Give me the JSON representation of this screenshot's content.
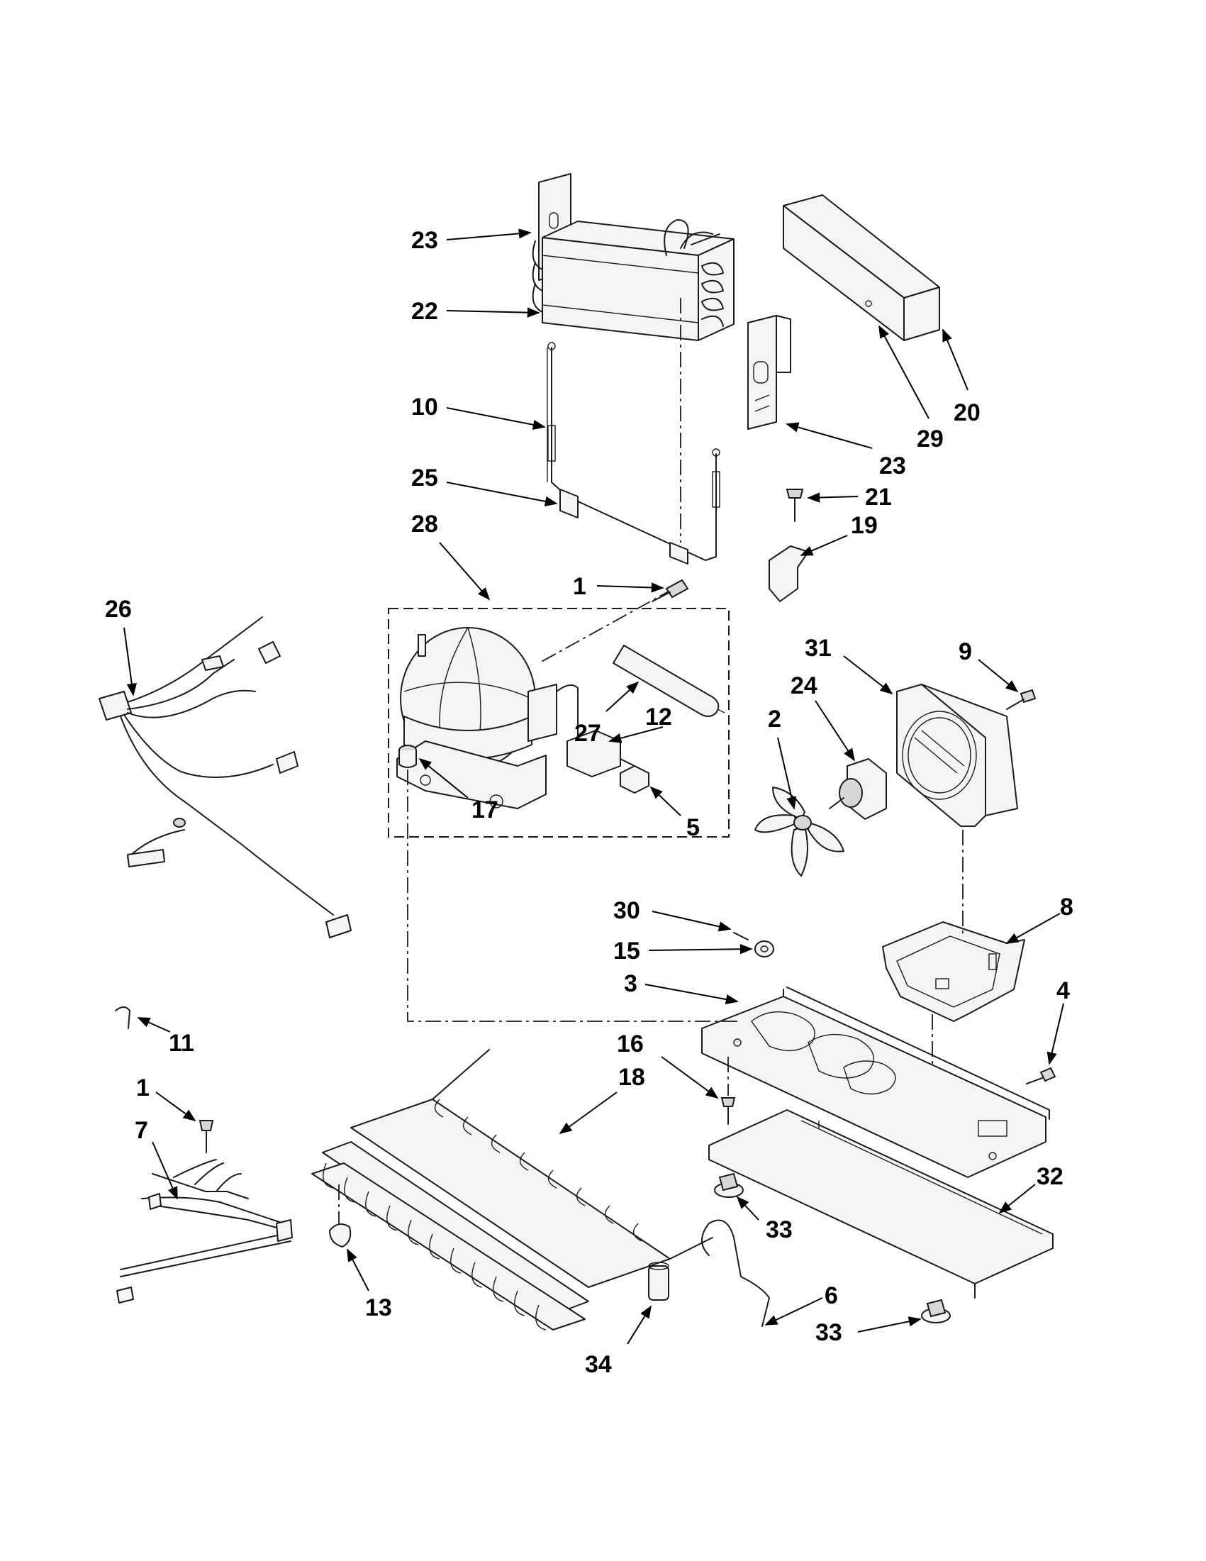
{
  "callouts": [
    {
      "id": "c23a",
      "label": "23"
    },
    {
      "id": "c22",
      "label": "22"
    },
    {
      "id": "c10",
      "label": "10"
    },
    {
      "id": "c25",
      "label": "25"
    },
    {
      "id": "c28",
      "label": "28"
    },
    {
      "id": "c1a",
      "label": "1"
    },
    {
      "id": "c20",
      "label": "20"
    },
    {
      "id": "c29",
      "label": "29"
    },
    {
      "id": "c23b",
      "label": "23"
    },
    {
      "id": "c21",
      "label": "21"
    },
    {
      "id": "c19",
      "label": "19"
    },
    {
      "id": "c26",
      "label": "26"
    },
    {
      "id": "c27",
      "label": "27"
    },
    {
      "id": "c12",
      "label": "12"
    },
    {
      "id": "c17",
      "label": "17"
    },
    {
      "id": "c5",
      "label": "5"
    },
    {
      "id": "c31",
      "label": "31"
    },
    {
      "id": "c9",
      "label": "9"
    },
    {
      "id": "c24",
      "label": "24"
    },
    {
      "id": "c2",
      "label": "2"
    },
    {
      "id": "c30",
      "label": "30"
    },
    {
      "id": "c15",
      "label": "15"
    },
    {
      "id": "c3",
      "label": "3"
    },
    {
      "id": "c8",
      "label": "8"
    },
    {
      "id": "c4",
      "label": "4"
    },
    {
      "id": "c11",
      "label": "11"
    },
    {
      "id": "c16",
      "label": "16"
    },
    {
      "id": "c18",
      "label": "18"
    },
    {
      "id": "c1b",
      "label": "1"
    },
    {
      "id": "c7",
      "label": "7"
    },
    {
      "id": "c32",
      "label": "32"
    },
    {
      "id": "c33a",
      "label": "33"
    },
    {
      "id": "c13",
      "label": "13"
    },
    {
      "id": "c6",
      "label": "6"
    },
    {
      "id": "c33b",
      "label": "33"
    },
    {
      "id": "c34",
      "label": "34"
    }
  ]
}
